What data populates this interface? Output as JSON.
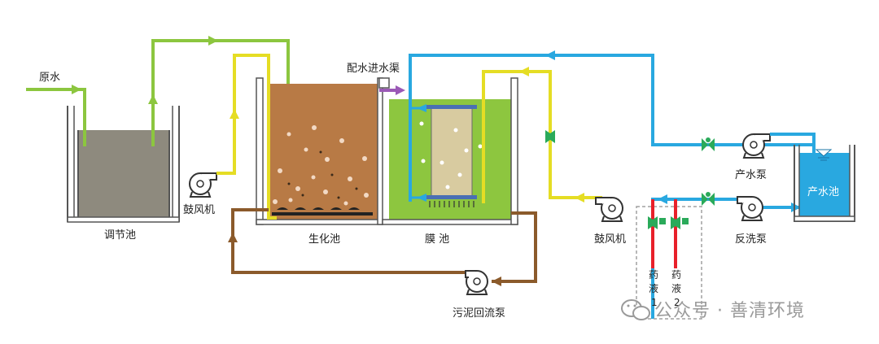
{
  "labels": {
    "raw_water": "原水",
    "equalization_tank": "调节池",
    "blower_left": "鼓风机",
    "bio_tank": "生化池",
    "distribution_channel": "配水进水渠",
    "membrane_tank": "膜 池",
    "blower_right": "鼓风机",
    "product_pump": "产水泵",
    "backwash_pump": "反洗泵",
    "product_tank": "产水池",
    "sludge_pump": "污泥回流泵",
    "chemical_1_line1": "药",
    "chemical_1_line2": "液",
    "chemical_1_line3": "1",
    "chemical_2_line1": "药",
    "chemical_2_line2": "液",
    "chemical_2_line3": "2"
  },
  "watermark": {
    "text": "公众号 · 善清环境"
  },
  "colors": {
    "raw_water_line": "#8cc63f",
    "air_line": "#e5dd24",
    "permeate_line": "#29a8e0",
    "sludge_line": "#8b5a2b",
    "chemical_line": "#e8202a",
    "valve": "#2aaa5a",
    "distribution_line": "#9b59b6",
    "equalization_fill": "#8e8a7e",
    "bio_fill": "#b87a45",
    "membrane_fill": "#8dc63f",
    "module_fill": "#d8cba0",
    "product_fill": "#29a8e0"
  }
}
